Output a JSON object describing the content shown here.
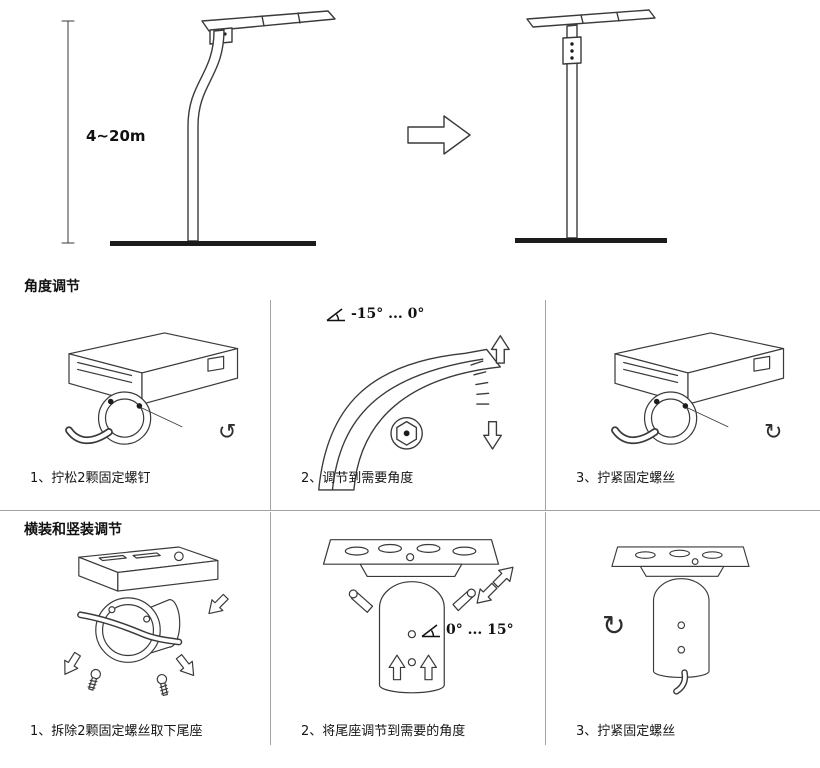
{
  "colors": {
    "line": "#3a3a3a",
    "divider": "#a3a3a3",
    "base_bar": "#1c1c1c",
    "text": "#111111"
  },
  "overview": {
    "height_label": "4~20m"
  },
  "icons": {
    "rotate_ccw": "↺",
    "rotate_cw": "↻"
  },
  "section_angle": {
    "title": "角度调节",
    "steps": [
      {
        "caption": "1、拧松2颗固定螺钉"
      },
      {
        "caption": "2、调节到需要角度",
        "angle_label": "-15° ... 0°"
      },
      {
        "caption": "3、拧紧固定螺丝"
      }
    ]
  },
  "section_mount": {
    "title": "横装和竖装调节",
    "steps": [
      {
        "caption": "1、拆除2颗固定螺丝取下尾座"
      },
      {
        "caption": "2、将尾座调节到需要的角度",
        "angle_label": "0° ... 15°"
      },
      {
        "caption": "3、拧紧固定螺丝"
      }
    ]
  }
}
